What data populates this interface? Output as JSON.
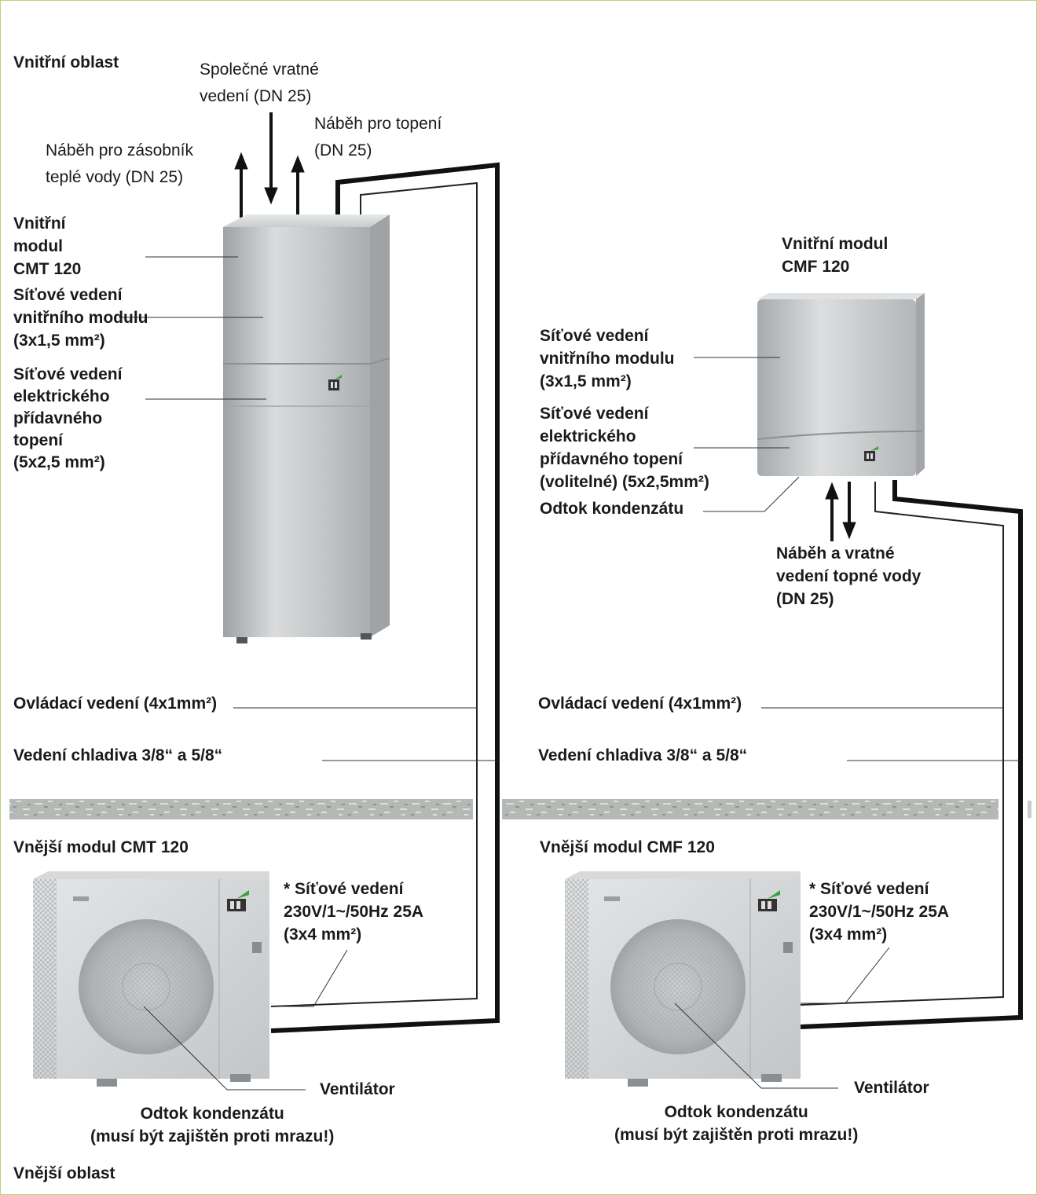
{
  "zones": {
    "inside": "Vnitřní oblast",
    "outside": "Vnější oblast"
  },
  "left": {
    "pipe_shared_return": "Společné vratné\nvedení (DN 25)",
    "pipe_heating_supply": "Náběh pro topení\n(DN 25)",
    "pipe_dhw_supply": "Náběh pro zásobník\nteplé vody (DN 25)",
    "indoor_unit": "Vnitřní\nmodul\nCMT 120",
    "indoor_power": "Síťové vedení\nvnitřního modulu\n(3x1,5 mm²)",
    "heater_power": "Síťové vedení\nelektrického\npřídavného\ntopení\n(5x2,5 mm²)",
    "control_line": "Ovládací vedení (4x1mm²)",
    "refrigerant_line": "Vedení chladiva 3/8“ a 5/8“",
    "outdoor_unit": "Vnější modul CMT 120",
    "outdoor_power": "*  Síťové  vedení\n230V/1~/50Hz 25A\n(3x4 mm²)",
    "fan": "Ventilátor",
    "condensate": "Odtok kondenzátu\n(musí být zajištěn proti mrazu!)"
  },
  "right": {
    "indoor_unit": "Vnitřní modul\nCMF 120",
    "indoor_power": "Síťové vedení\nvnitřního modulu\n(3x1,5 mm²)",
    "heater_power": "Síťové vedení\nelektrického\npřídavného topení\n(volitelné) (5x2,5mm²)",
    "indoor_condensate": "Odtok kondenzátu",
    "pipe_supply_return": "Náběh a vratné\nvedení topné vody\n(DN 25)",
    "control_line": "Ovládací vedení (4x1mm²)",
    "refrigerant_line": "Vedení chladiva 3/8“ a 5/8“",
    "outdoor_unit": "Vnější modul CMF 120",
    "outdoor_power": "*  Síťové  vedení\n230V/1~/50Hz 25A\n(3x4 mm²)",
    "fan": "Ventilátor",
    "condensate": "Odtok kondenzátu\n(musí být zajištěn proti mrazu!)"
  },
  "colors": {
    "frame": "#bcd27a",
    "cable": "#111111",
    "unit_body": "#c8cacc",
    "wall": "#b4b9b6",
    "logo_green": "#3aa335"
  }
}
